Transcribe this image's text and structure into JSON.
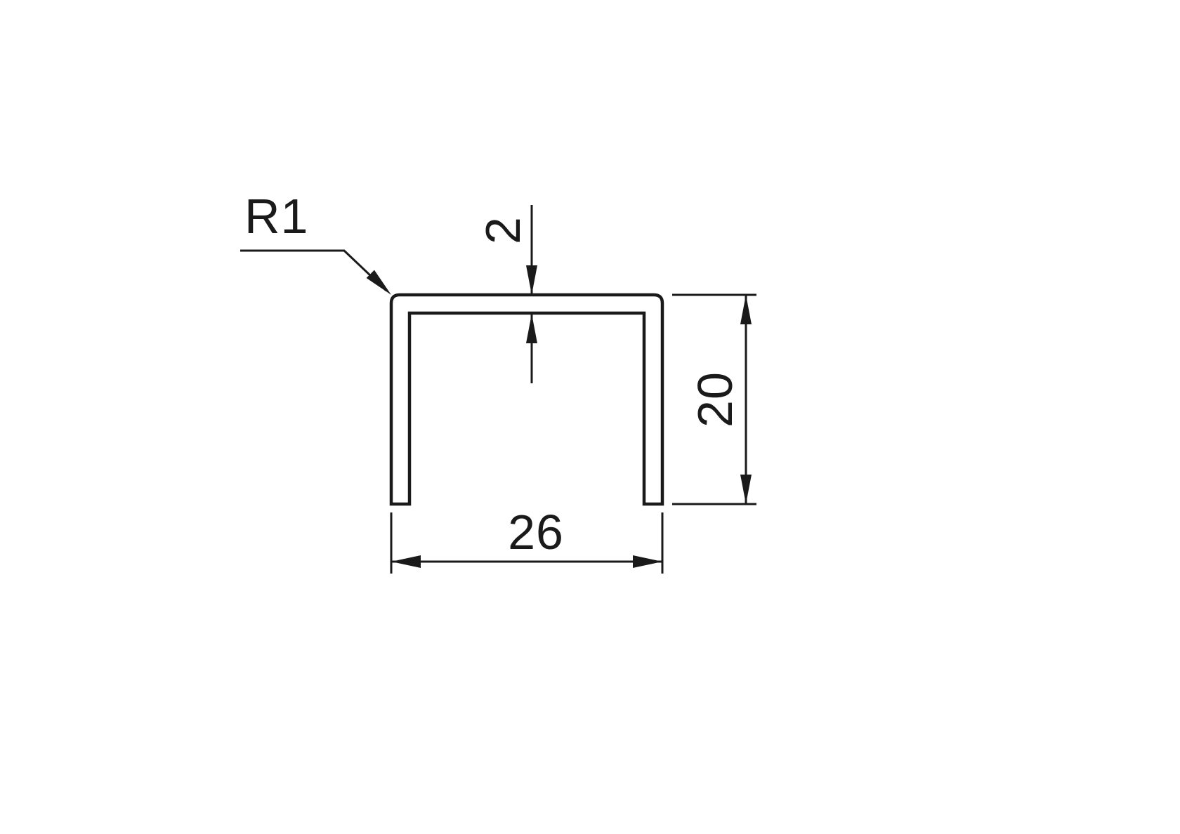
{
  "drawing": {
    "labels": {
      "radius": "R1",
      "thickness": "2",
      "height": "20",
      "width": "26"
    },
    "dimensions": {
      "width_mm": 26,
      "height_mm": 20,
      "wall_thickness_mm": 2,
      "corner_radius_mm": 1
    },
    "colors": {
      "line": "#1a1a1a",
      "background": "#ffffff"
    }
  }
}
